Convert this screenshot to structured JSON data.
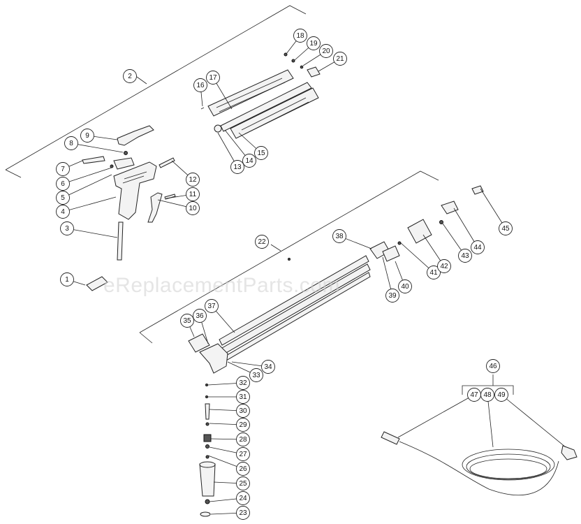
{
  "watermark": "eReplacementParts.com",
  "callouts": [
    {
      "id": 1
    },
    {
      "id": 2
    },
    {
      "id": 3
    },
    {
      "id": 4
    },
    {
      "id": 5
    },
    {
      "id": 6
    },
    {
      "id": 7
    },
    {
      "id": 8
    },
    {
      "id": 9
    },
    {
      "id": 10
    },
    {
      "id": 11
    },
    {
      "id": 12
    },
    {
      "id": 13
    },
    {
      "id": 14
    },
    {
      "id": 15
    },
    {
      "id": 16
    },
    {
      "id": 17
    },
    {
      "id": 18
    },
    {
      "id": 19
    },
    {
      "id": 20
    },
    {
      "id": 21
    },
    {
      "id": 22
    },
    {
      "id": 23
    },
    {
      "id": 24
    },
    {
      "id": 25
    },
    {
      "id": 26
    },
    {
      "id": 27
    },
    {
      "id": 28
    },
    {
      "id": 29
    },
    {
      "id": 30
    },
    {
      "id": 31
    },
    {
      "id": 32
    },
    {
      "id": 33
    },
    {
      "id": 34
    },
    {
      "id": 35
    },
    {
      "id": 36
    },
    {
      "id": 37
    },
    {
      "id": 38
    },
    {
      "id": 39
    },
    {
      "id": 40
    },
    {
      "id": 41
    },
    {
      "id": 42
    },
    {
      "id": 43
    },
    {
      "id": 44
    },
    {
      "id": 45
    },
    {
      "id": 46
    },
    {
      "id": 47
    },
    {
      "id": 48
    },
    {
      "id": 49
    }
  ]
}
